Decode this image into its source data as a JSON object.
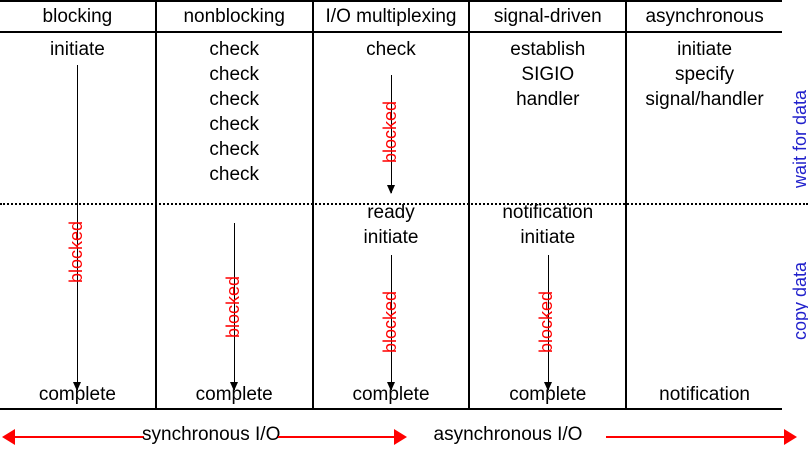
{
  "chart_data": {
    "type": "table",
    "title": "Comparison of the five I/O models",
    "columns": [
      {
        "header": "blocking",
        "steps": [
          "initiate"
        ],
        "wait_phase_label": "",
        "below_divider_labels": [],
        "bottom": "complete",
        "blocked_labels": [
          "blocked"
        ]
      },
      {
        "header": "nonblocking",
        "steps": [
          "check",
          "check",
          "check",
          "check",
          "check",
          "check"
        ],
        "wait_phase_label": "",
        "below_divider_labels": [],
        "bottom": "complete",
        "blocked_labels": [
          "blocked"
        ]
      },
      {
        "header": "I/O multiplexing",
        "steps": [
          "check"
        ],
        "wait_phase_label": "ready",
        "below_divider_labels": [
          "initiate"
        ],
        "bottom": "complete",
        "blocked_labels": [
          "blocked",
          "blocked"
        ]
      },
      {
        "header": "signal-driven",
        "steps": [
          "establish",
          "SIGIO",
          "handler"
        ],
        "wait_phase_label": "notification",
        "below_divider_labels": [
          "initiate"
        ],
        "bottom": "complete",
        "blocked_labels": [
          "blocked"
        ]
      },
      {
        "header": "asynchronous",
        "steps": [
          "initiate",
          "specify",
          "signal/handler"
        ],
        "wait_phase_label": "",
        "below_divider_labels": [],
        "bottom": "notification",
        "blocked_labels": []
      }
    ],
    "phases": [
      "wait for data",
      "copy data"
    ],
    "legend": [
      "synchronous I/O",
      "asynchronous I/O"
    ],
    "colors": {
      "blocked_text": "#ff0000",
      "phase_text": "#2222cc",
      "legend_arrow": "#ff0000",
      "grid": "#000000"
    }
  }
}
